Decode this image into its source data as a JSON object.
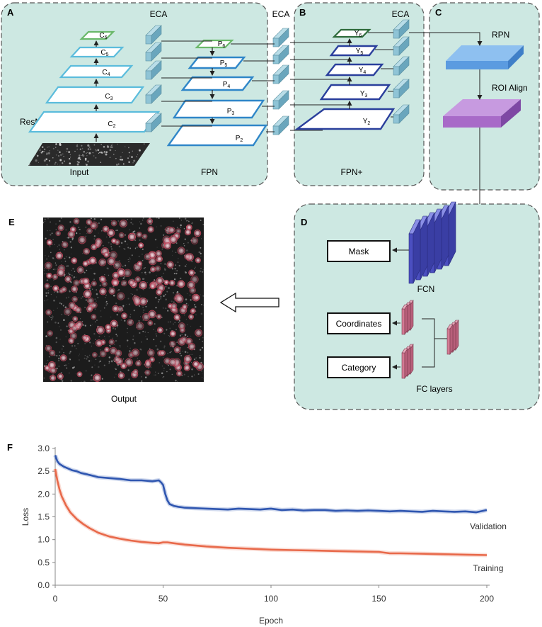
{
  "panels": {
    "a": {
      "letter": "A",
      "eca": "ECA",
      "backbone": "ResNet",
      "input": "Input",
      "fpn": "FPN",
      "c_levels": [
        {
          "base": "C",
          "sub": "6"
        },
        {
          "base": "C",
          "sub": "5"
        },
        {
          "base": "C",
          "sub": "4"
        },
        {
          "base": "C",
          "sub": "3"
        },
        {
          "base": "C",
          "sub": "2"
        }
      ],
      "p_levels": [
        {
          "base": "P",
          "sub": "6"
        },
        {
          "base": "P",
          "sub": "5"
        },
        {
          "base": "P",
          "sub": "4"
        },
        {
          "base": "P",
          "sub": "3"
        },
        {
          "base": "P",
          "sub": "2"
        }
      ]
    },
    "mid_eca": "ECA",
    "b": {
      "letter": "B",
      "eca": "ECA",
      "title": "FPN+",
      "y_levels": [
        {
          "base": "Y",
          "sub": "6"
        },
        {
          "base": "Y",
          "sub": "5"
        },
        {
          "base": "Y",
          "sub": "4"
        },
        {
          "base": "Y",
          "sub": "3"
        },
        {
          "base": "Y",
          "sub": "2"
        }
      ]
    },
    "c": {
      "letter": "C",
      "rpn": "RPN",
      "roi": "ROI Align"
    },
    "d": {
      "letter": "D",
      "mask": "Mask",
      "fcn": "FCN",
      "coordinates": "Coordinates",
      "category": "Category",
      "fc_layers": "FC layers"
    },
    "e": {
      "letter": "E",
      "caption": "Output"
    },
    "f": {
      "letter": "F"
    }
  },
  "colors": {
    "panel_fill": "#cde8e2",
    "panel_stroke": "#555555",
    "c_stroke": "#5bbcdc",
    "p_stroke": "#2f86c8",
    "y_stroke": "#2a3f9c",
    "top_green": "#6ab86a",
    "y_top_green": "#2d6a3a",
    "eca": "#8fc4d6",
    "rpn": "#5b9be0",
    "roi": "#a86ac8",
    "fcn": "#4b4fc0",
    "fc": "#d47b94",
    "validation": "#2f56b0",
    "training": "#e8694a"
  },
  "chart_data": {
    "type": "line",
    "xlabel": "Epoch",
    "ylabel": "Loss",
    "xlim": [
      0,
      200
    ],
    "ylim": [
      0.0,
      3.0
    ],
    "xticks": [
      0,
      50,
      100,
      150,
      200
    ],
    "yticks": [
      0.0,
      0.5,
      1.0,
      1.5,
      2.0,
      2.5,
      3.0
    ],
    "grid": false,
    "series": [
      {
        "name": "Validation",
        "x": [
          0,
          1,
          2,
          4,
          6,
          8,
          10,
          12,
          15,
          20,
          25,
          30,
          35,
          40,
          45,
          48,
          49,
          50,
          51,
          52,
          53,
          55,
          57,
          60,
          65,
          70,
          75,
          80,
          85,
          90,
          95,
          100,
          105,
          110,
          115,
          120,
          125,
          130,
          135,
          140,
          145,
          150,
          155,
          160,
          165,
          170,
          175,
          180,
          185,
          190,
          195,
          200
        ],
        "y": [
          2.85,
          2.72,
          2.66,
          2.6,
          2.56,
          2.52,
          2.5,
          2.46,
          2.43,
          2.37,
          2.35,
          2.33,
          2.3,
          2.3,
          2.28,
          2.3,
          2.26,
          2.2,
          2.0,
          1.86,
          1.78,
          1.74,
          1.72,
          1.7,
          1.69,
          1.68,
          1.67,
          1.66,
          1.68,
          1.67,
          1.66,
          1.68,
          1.65,
          1.66,
          1.64,
          1.65,
          1.65,
          1.63,
          1.64,
          1.63,
          1.64,
          1.63,
          1.62,
          1.63,
          1.62,
          1.61,
          1.63,
          1.62,
          1.61,
          1.62,
          1.6,
          1.65
        ]
      },
      {
        "name": "Training",
        "x": [
          0,
          1,
          2,
          3,
          5,
          7,
          10,
          13,
          16,
          20,
          25,
          30,
          35,
          40,
          45,
          48,
          50,
          52,
          55,
          60,
          70,
          80,
          90,
          100,
          110,
          120,
          130,
          140,
          150,
          155,
          160,
          170,
          180,
          190,
          200
        ],
        "y": [
          2.55,
          2.3,
          2.1,
          1.95,
          1.75,
          1.6,
          1.45,
          1.34,
          1.25,
          1.15,
          1.07,
          1.02,
          0.98,
          0.95,
          0.93,
          0.92,
          0.94,
          0.94,
          0.92,
          0.89,
          0.85,
          0.82,
          0.8,
          0.78,
          0.77,
          0.76,
          0.75,
          0.74,
          0.73,
          0.7,
          0.7,
          0.69,
          0.68,
          0.67,
          0.66
        ]
      }
    ]
  }
}
